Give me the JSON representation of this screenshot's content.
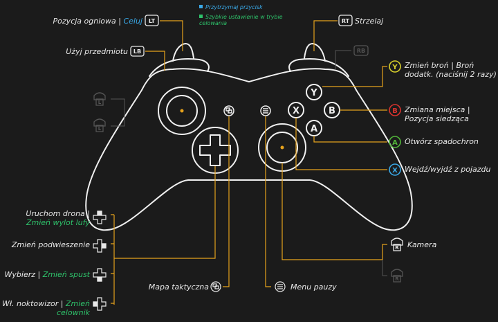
{
  "legend": {
    "hold": "Przytrzymaj przycisk",
    "quick_aim": "Szybkie ustawienie w trybie celowania"
  },
  "labels": {
    "lt_main": "Pozycja ogniowa",
    "lt_sep": " | ",
    "lt_alt": "Celuj",
    "lb": "Użyj przedmiotu",
    "rt": "Strzelaj",
    "y_line1": "Zmień broń | Broń",
    "y_line2": "dodatk. (naciśnij 2 razy)",
    "b_line1": "Zmiana miejsca |",
    "b_line2": "Pozycja siedząca",
    "a": "Otwórz spadochron",
    "x": "Wejdź/wyjdź z pojazdu",
    "dup_main": "Uruchom drona",
    "dup_sep": " |",
    "dup_alt": "Zmień wylot lufy",
    "dright_alt": "Zmień podwieszenie",
    "ddown_main": "Wybierz",
    "ddown_sep": " | ",
    "ddown_alt": "Zmień spust",
    "dleft_main": "Wł. noktowizor",
    "dleft_sep": " | ",
    "dleft_alt1": "Zmień",
    "dleft_alt2": "celownik",
    "view": "Mapa taktyczna",
    "menu": "Menu pauzy",
    "rs": "Kamera"
  },
  "button_glyphs": {
    "lt": "LT",
    "lb": "LB",
    "rt": "RT",
    "rb": "RB",
    "y": "Y",
    "b": "B",
    "a": "A",
    "x": "X",
    "l": "L",
    "r": "R"
  },
  "colors": {
    "line": "#e6a21c",
    "blue": "#3aa8e6",
    "green": "#2ec16a",
    "y": "#d8cf2c",
    "b": "#d9332e",
    "a": "#52b63a",
    "x": "#3aa8e6"
  }
}
